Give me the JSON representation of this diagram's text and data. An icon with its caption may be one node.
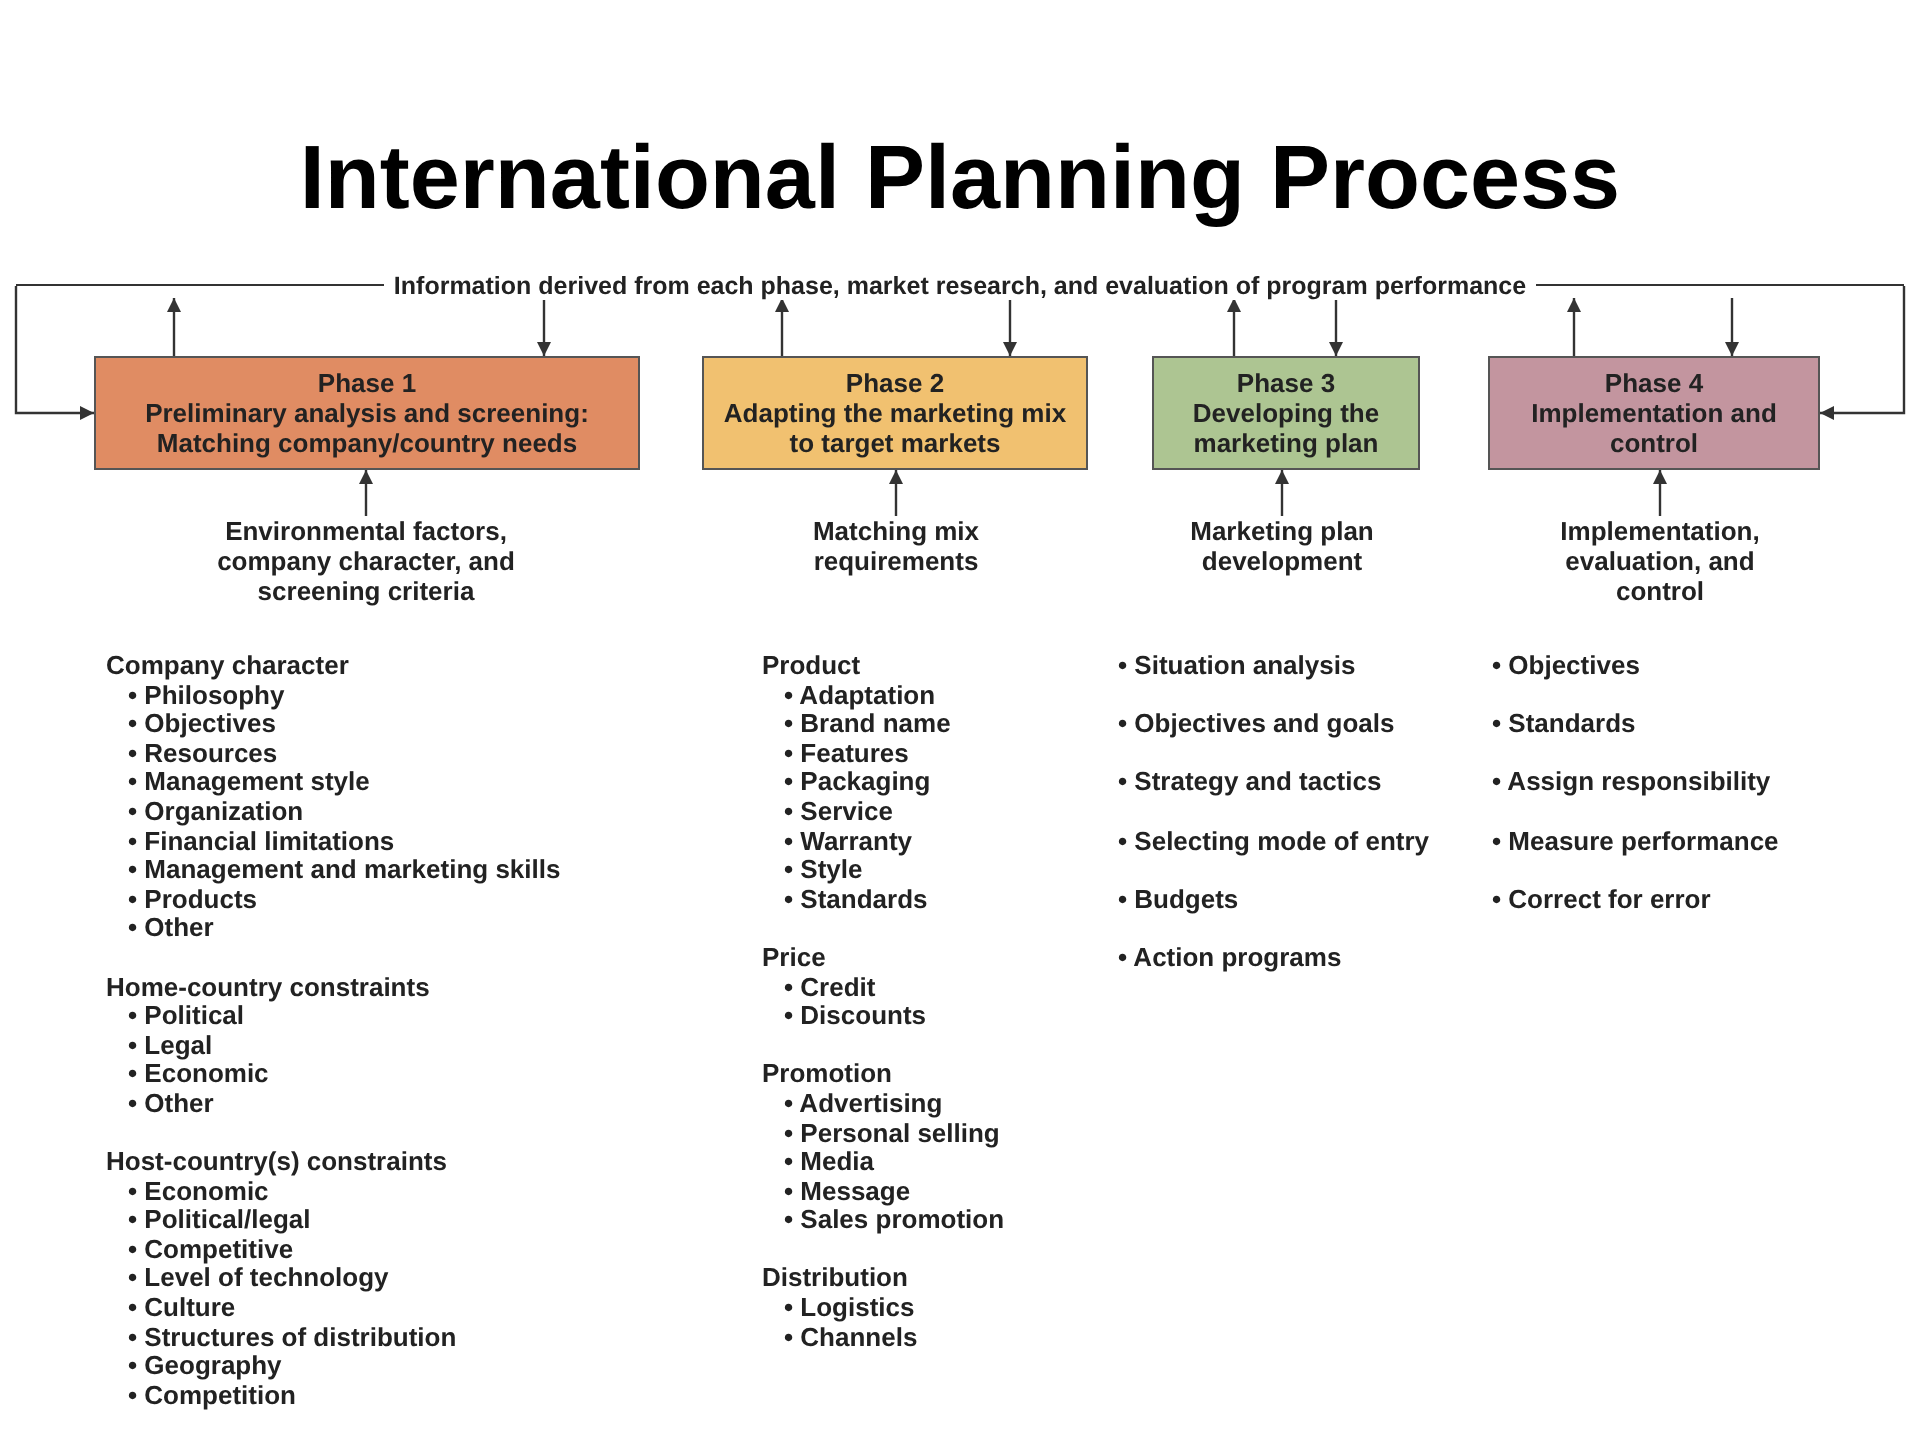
{
  "diagram": {
    "title": "International Planning Process",
    "nodes": [
      {
        "text": [
          "Information derived from each phase, market research, and evaluation of program performance"
        ]
      },
      {
        "text": [
          "Phase 1",
          "Preliminary analysis and screening: Matching company/country needs"
        ]
      },
      {
        "text": [
          "Phase 2",
          "Adapting the marketing mix to target markets"
        ]
      },
      {
        "text": [
          "Phase 3",
          "Developing the marketing plan"
        ]
      },
      {
        "text": [
          "Phase 4",
          "Implementation and control"
        ]
      },
      {
        "text": [
          "Environmental factors, company character, and screening criteria"
        ]
      },
      {
        "text": [
          "Matching mix requirements"
        ]
      },
      {
        "text": [
          "Marketing plan development"
        ]
      },
      {
        "text": [
          "Implementation, evaluation, and control"
        ]
      }
    ],
    "edges": [
      {
        "from": 1,
        "to": 0,
        "arrow": "to"
      },
      {
        "from": 0,
        "to": 1,
        "arrow": "to"
      },
      {
        "from": 2,
        "to": 0,
        "arrow": "to"
      },
      {
        "from": 0,
        "to": 2,
        "arrow": "to"
      },
      {
        "from": 3,
        "to": 0,
        "arrow": "to"
      },
      {
        "from": 0,
        "to": 3,
        "arrow": "to"
      },
      {
        "from": 4,
        "to": 0,
        "arrow": "to"
      },
      {
        "from": 0,
        "to": 4,
        "arrow": "to"
      },
      {
        "from": 0,
        "to": 1,
        "arrow": "to"
      },
      {
        "from": 0,
        "to": 4,
        "arrow": "to"
      },
      {
        "from": 5,
        "to": 1,
        "arrow": "to"
      },
      {
        "from": 6,
        "to": 2,
        "arrow": "to"
      },
      {
        "from": 7,
        "to": 3,
        "arrow": "to"
      },
      {
        "from": 8,
        "to": 4,
        "arrow": "to"
      }
    ],
    "labels": [
      "Company character",
      "• Philosophy",
      "• Objectives",
      "• Resources",
      "• Management style",
      "• Organization",
      "• Financial limitations",
      "• Management and marketing skills",
      "• Products",
      "• Other",
      "Home-country constraints",
      "• Political",
      "• Legal",
      "• Economic",
      "• Other",
      "Host-country(s) constraints",
      "• Economic",
      "• Political/legal",
      "• Competitive",
      "• Level of technology",
      "• Culture",
      "• Structures of distribution",
      "• Geography",
      "• Competition",
      "Product",
      "• Adaptation",
      "• Brand name",
      "• Features",
      "• Packaging",
      "• Service",
      "• Warranty",
      "• Style",
      "• Standards",
      "Price",
      "• Credit",
      "• Discounts",
      "Promotion",
      "• Advertising",
      "• Personal selling",
      "• Media",
      "• Message",
      "• Sales promotion",
      "Distribution",
      "• Logistics",
      "• Channels",
      "• Situation analysis",
      "• Objectives and goals",
      "• Strategy and tactics",
      "• Selecting mode of entry",
      "• Budgets",
      "• Action programs",
      "• Objectives",
      "• Standards",
      "• Assign responsibility",
      "• Measure performance",
      "• Correct for error"
    ]
  }
}
